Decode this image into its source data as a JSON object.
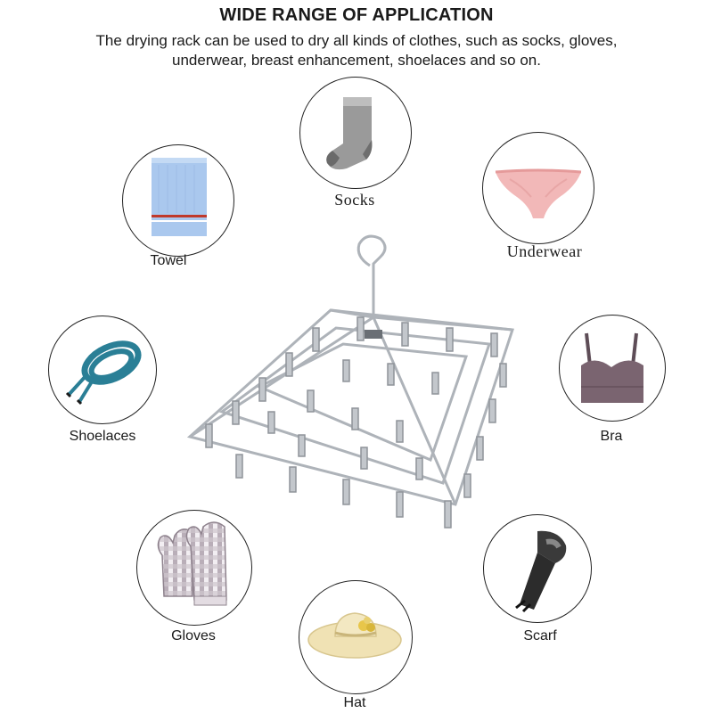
{
  "header": {
    "title": "WIDE RANGE OF APPLICATION",
    "description_line1": "The drying rack can be used to dry all kinds of clothes, such as socks, gloves,",
    "description_line2": "underwear, breast enhancement, shoelaces and so on."
  },
  "items": {
    "socks": {
      "label": "Socks",
      "icon": "sock-icon"
    },
    "towel": {
      "label": "Towel",
      "icon": "towel-icon"
    },
    "underwear": {
      "label": "Underwear",
      "icon": "underwear-icon"
    },
    "shoelaces": {
      "label": "Shoelaces",
      "icon": "shoelace-icon"
    },
    "bra": {
      "label": "Bra",
      "icon": "bra-icon"
    },
    "gloves": {
      "label": "Gloves",
      "icon": "oven-mitt-icon"
    },
    "scarf": {
      "label": "Scarf",
      "icon": "scarf-icon"
    },
    "hat": {
      "label": "Hat",
      "icon": "sun-hat-icon"
    }
  },
  "product": {
    "icon": "drying-rack-icon"
  },
  "colors": {
    "outline": "#222222",
    "sock_gray": "#8c8c8c",
    "towel_blue": "#aac8ee",
    "underwear_pink": "#f2b8b8",
    "lace_teal": "#2a7f96",
    "bra_mauve": "#7a6470",
    "glove_check": "#b9aeb8",
    "scarf_dark": "#3a3a3a",
    "hat_straw": "#f0e2b4",
    "steel": "#b8bcc2"
  }
}
